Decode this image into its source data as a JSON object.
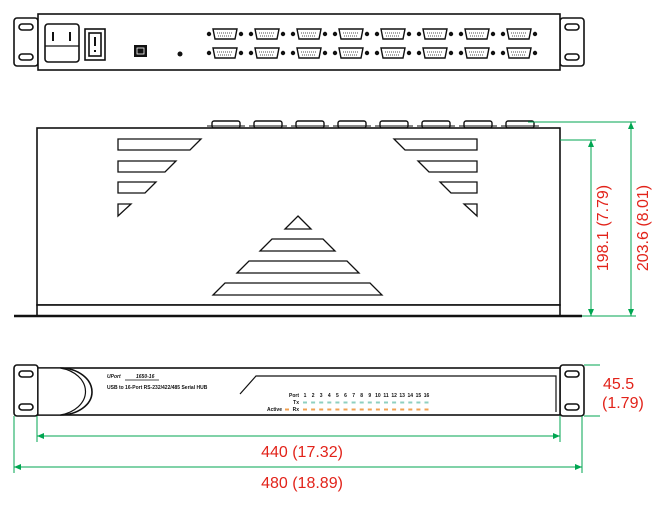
{
  "colors": {
    "dimension_text": "#e2231a",
    "dimension_lines": "#00a651",
    "outline": "#111111"
  },
  "front_panel": {
    "brand": "UPort",
    "model": "1650-16",
    "description": "USB to 16-Port RS-232/422/485 Serial HUB",
    "port_label": "Port",
    "tx_label": "Tx",
    "rx_label": "Rx",
    "active_label": "Active",
    "ports": [
      "1",
      "2",
      "3",
      "4",
      "5",
      "6",
      "7",
      "8",
      "9",
      "10",
      "11",
      "12",
      "13",
      "14",
      "15",
      "16"
    ]
  },
  "dimensions": {
    "side_height_inner": "198.1 (7.79)",
    "side_height_outer": "203.6 (8.01)",
    "front_height_mm": "45.5",
    "front_height_in": "(1.79)",
    "body_width": "440 (17.32)",
    "total_width": "480 (18.89)"
  }
}
